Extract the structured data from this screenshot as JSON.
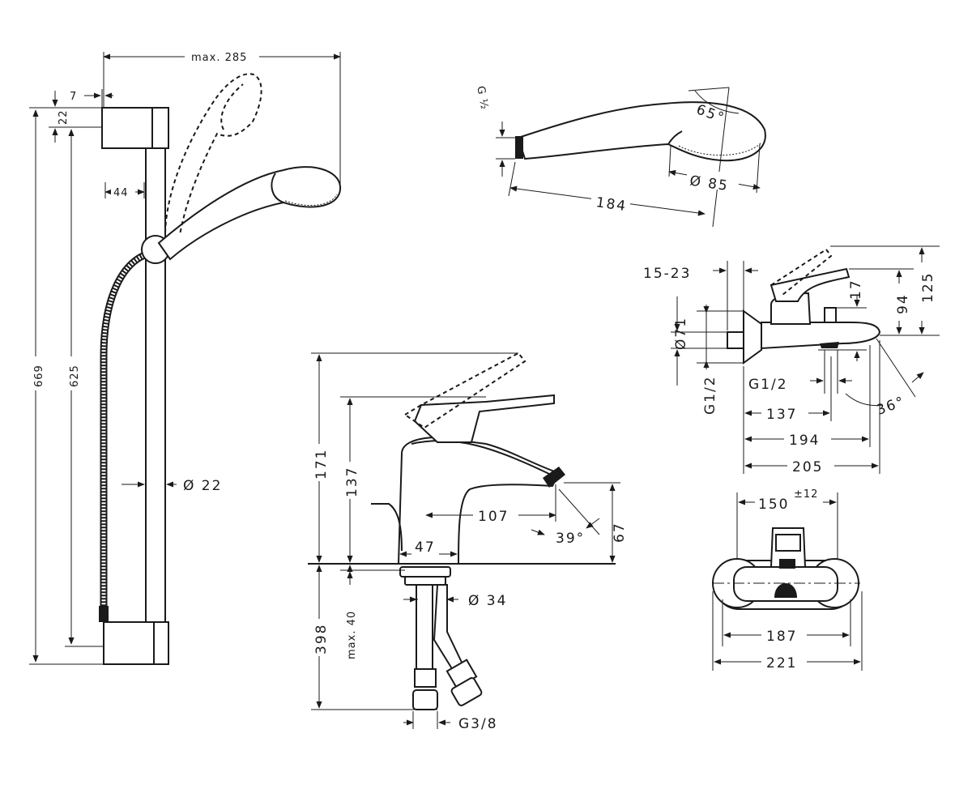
{
  "shower_set": {
    "max_reach": "max. 285",
    "bracket_offset": "7",
    "top_offset": "22",
    "wall_gap": "44",
    "overall_height": "669",
    "rail_length": "625",
    "rail_diameter": "Ø 22"
  },
  "hand_shower": {
    "thread": "G ½",
    "spray_angle": "65°",
    "length": "184",
    "head_diameter": "Ø 85"
  },
  "bath_mixer": {
    "distance_range": "15-23",
    "height_lever": "125",
    "height_body": "94",
    "height_top": "17",
    "body_diameter": "Ø71",
    "inlet_thread": "G1/2",
    "outlet_thread": "G1/2",
    "spout_angle": "36°",
    "depth_body": "137",
    "depth_spout": "194",
    "depth_total": "205"
  },
  "bath_mixer_front": {
    "centres": "150",
    "centres_tolerance": "±12",
    "inner_width": "187",
    "outer_width": "221"
  },
  "basin_mixer": {
    "height_lever_open": "171",
    "height_body": "137",
    "spout_reach": "107",
    "spout_angle": "39°",
    "spout_height": "67",
    "base_width": "47",
    "hose_length": "398",
    "max_deck": "max. 40",
    "hole_diameter": "Ø 34",
    "connection": "G3/8"
  }
}
